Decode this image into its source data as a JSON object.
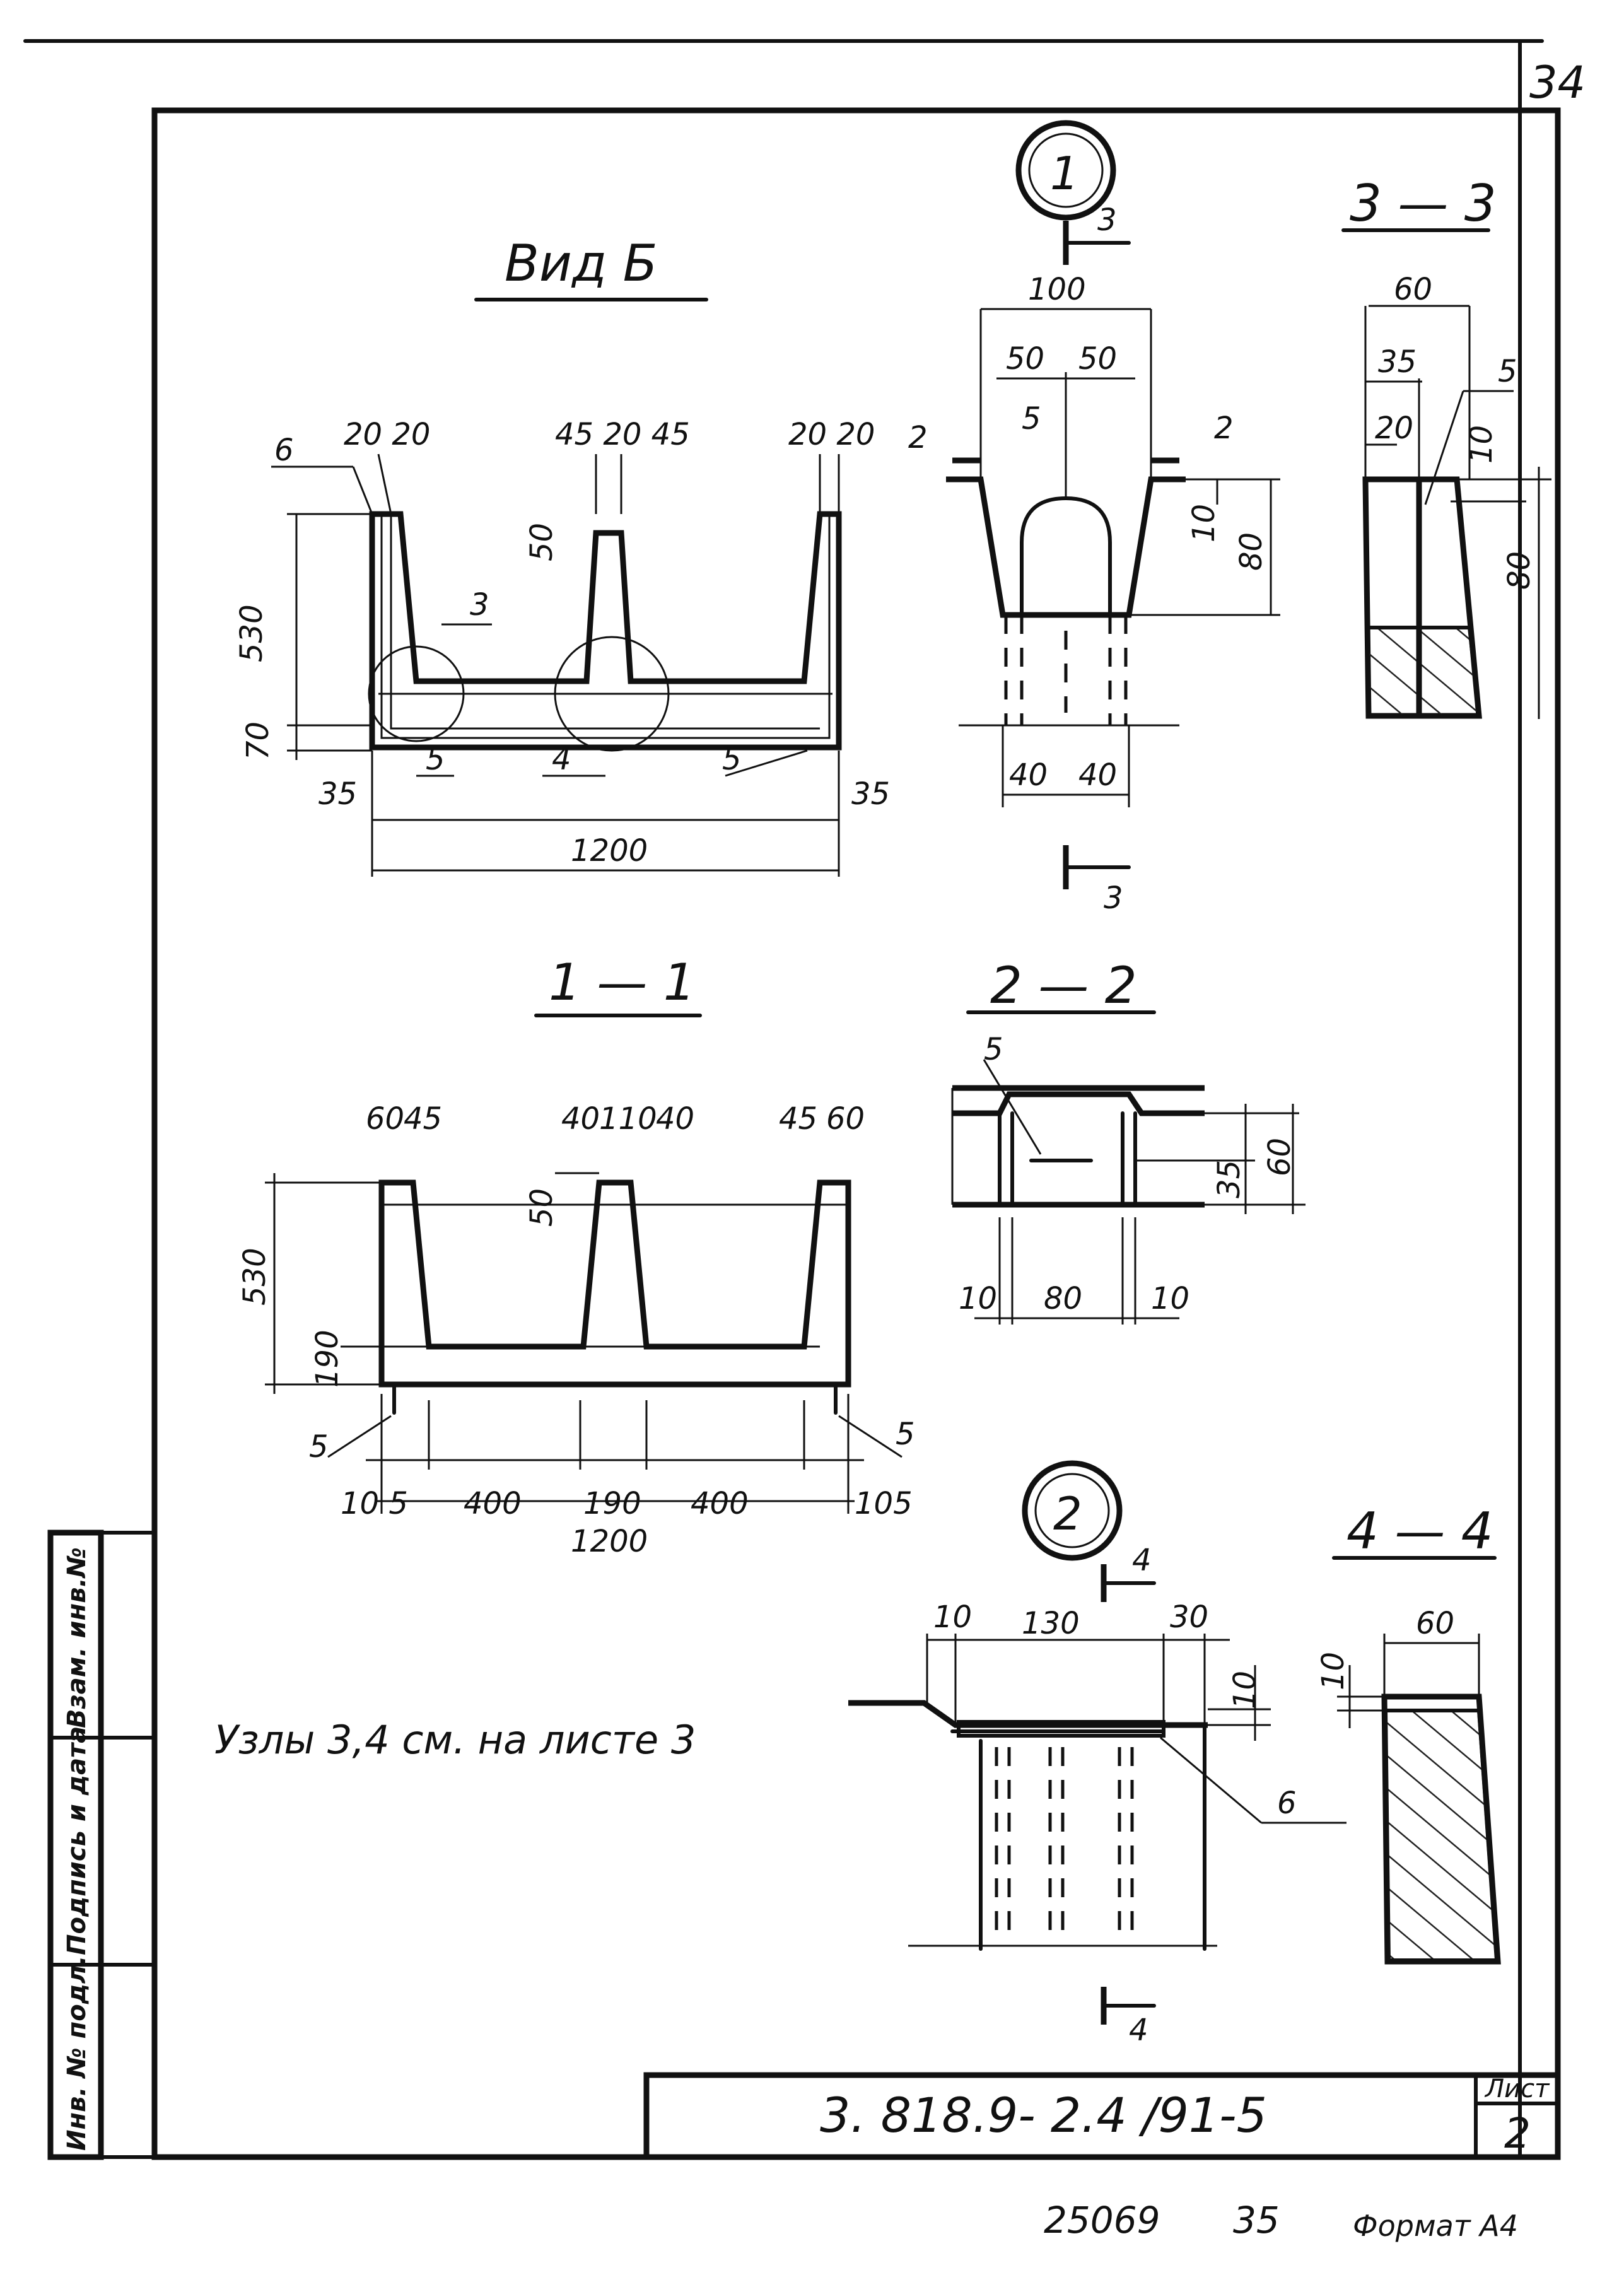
{
  "sheet_number_top": "34",
  "titles": {
    "vid_b": "Вид Б",
    "node1": "1",
    "node2": "2",
    "sec33": "3 — 3",
    "sec11": "1 — 1",
    "sec22": "2 — 2",
    "sec44": "4 — 4"
  },
  "vid_b": {
    "top_dims_left": "20  20",
    "top_dims_mid": "45 20 45",
    "top_dims_right": "20  20",
    "height": "530",
    "base": "70",
    "top_step": "50",
    "side_left": "35",
    "side_right": "35",
    "total_width": "1200",
    "labels": [
      "6",
      "3",
      "5",
      "4",
      "5"
    ]
  },
  "node1": {
    "width": "100",
    "halves": [
      "50",
      "50"
    ],
    "bottom_halves": [
      "40",
      "40"
    ],
    "h10": "10",
    "h80": "80",
    "cut2": "2",
    "cut3": "3",
    "label5": "5"
  },
  "sec33": {
    "w60": "60",
    "w35": "35",
    "w20": "20",
    "h10": "10",
    "h80": "80",
    "label5": "5"
  },
  "sec11": {
    "top_dims": [
      "60",
      "45",
      "40",
      "110",
      "40",
      "45",
      "60"
    ],
    "height": "530",
    "h190": "190",
    "h50": "50",
    "bottom_dims": [
      "10 5",
      "400",
      "190",
      "400",
      "105"
    ],
    "total_width": "1200",
    "labels": [
      "5",
      "5"
    ]
  },
  "sec22": {
    "h35": "35",
    "h60": "60",
    "bottom_dims": [
      "10",
      "80",
      "10"
    ],
    "label5": "5"
  },
  "node2": {
    "top_dims": [
      "10",
      "130",
      "30"
    ],
    "h10": "10",
    "cut4": "4",
    "label6": "6"
  },
  "sec44": {
    "w60": "60",
    "h10": "10"
  },
  "note": "Узлы 3,4 см. на листе 3",
  "stamp_block": {
    "column_labels": [
      "Инв. № подл.",
      "Подпись и дата",
      "Взам. инв.№"
    ],
    "code": "3. 818.9- 2.4 /91-5",
    "sheet_label": "Лист",
    "sheet_value": "2"
  },
  "footer": {
    "number": "25069",
    "page": "35",
    "format": "Формат А4"
  }
}
